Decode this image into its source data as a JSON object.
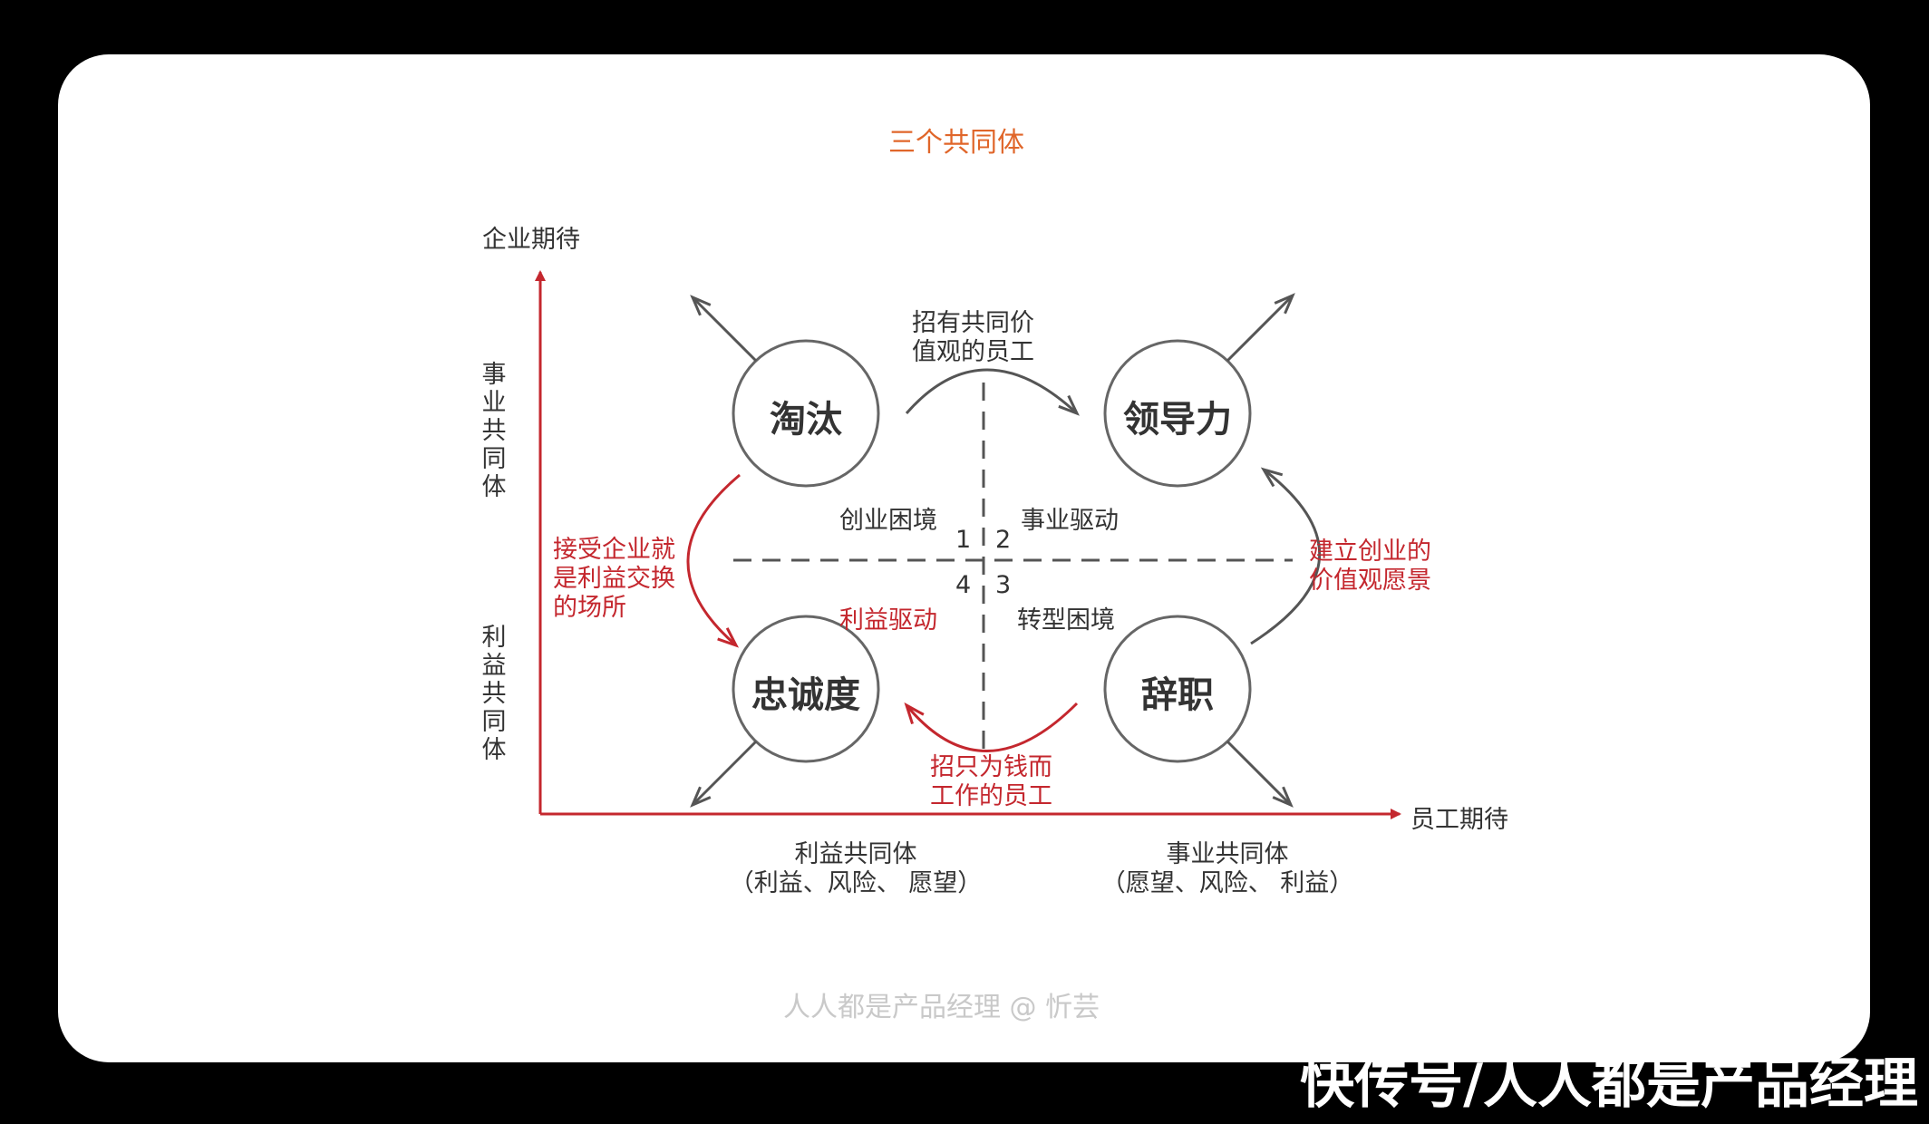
{
  "title": "三个共同体",
  "axes": {
    "y_label": "企业期待",
    "x_label": "员工期待",
    "y_upper": "事业共同体",
    "y_lower": "利益共同体",
    "x_left_title": "利益共同体",
    "x_left_sub": "（利益、风险、 愿望）",
    "x_right_title": "事业共同体",
    "x_right_sub": "（愿望、风险、 利益）"
  },
  "circles": {
    "top_left": "淘汰",
    "top_right": "领导力",
    "bottom_left": "忠诚度",
    "bottom_right": "辞职"
  },
  "quadrants": {
    "q1": "创业困境",
    "q2": "事业驱动",
    "q3": "转型困境",
    "q4": "利益驱动",
    "n1": "1",
    "n2": "2",
    "n3": "3",
    "n4": "4"
  },
  "transitions": {
    "top_line1": "招有共同价",
    "top_line2": "值观的员工",
    "bottom_line1": "招只为钱而",
    "bottom_line2": "工作的员工",
    "left_line1": "接受企业就",
    "left_line2": "是利益交换",
    "left_line3": "的场所",
    "right_line1": "建立创业的",
    "right_line2": "价值观愿景"
  },
  "watermark": "人人都是产品经理 @ 忻芸",
  "brand": "快传号/人人都是产品经理",
  "colors": {
    "accent": "#e0662a",
    "red": "#c4272e",
    "gray": "#555555",
    "axis": "#c4272e"
  }
}
